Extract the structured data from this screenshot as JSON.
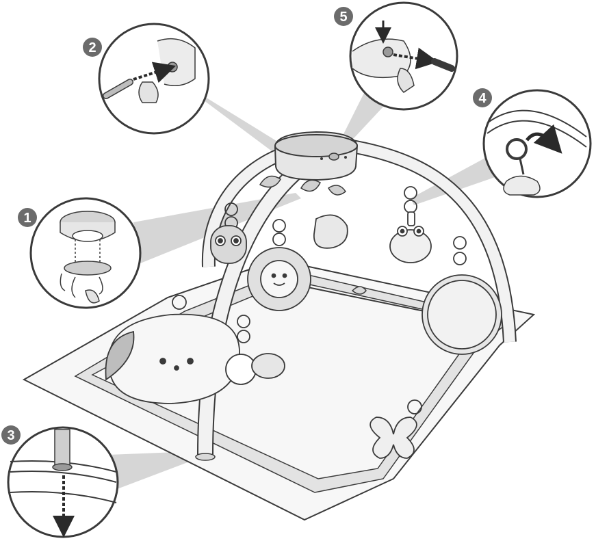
{
  "steps": [
    {
      "number": "1"
    },
    {
      "number": "2"
    },
    {
      "number": "3"
    },
    {
      "number": "4"
    },
    {
      "number": "5"
    }
  ],
  "colors": {
    "outline": "#3a3a3a",
    "badge": "#6b6b6b",
    "callout_beam": "#c8c8c8",
    "mat_fill": "#f6f6f6",
    "mat_border": "#e6e6e6",
    "toy_fill": "#d9d9d9",
    "arrow": "#2a2a2a"
  },
  "icons": {
    "step1": "mobile-base-attach-icon",
    "step2": "screw-insert-icon",
    "step3": "arch-leg-push-down-icon",
    "step4": "ring-hang-on-arch-icon",
    "step5": "battery-screw-remove-icon"
  }
}
